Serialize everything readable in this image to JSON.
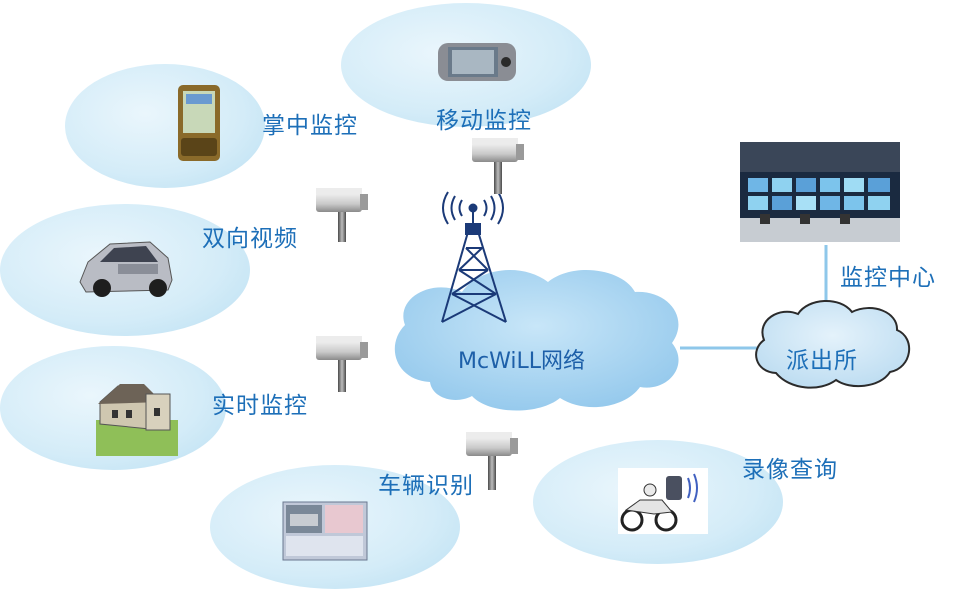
{
  "network": {
    "label": "McWiLL网络"
  },
  "clusters": [
    {
      "id": "palm",
      "label": "掌中监控",
      "device": "pda-phone"
    },
    {
      "id": "mobile",
      "label": "移动监控",
      "device": "smartphone"
    },
    {
      "id": "video",
      "label": "双向视频",
      "device": "car"
    },
    {
      "id": "realtime",
      "label": "实时监控",
      "device": "house"
    },
    {
      "id": "plate",
      "label": "车辆识别",
      "device": "recognition-software"
    },
    {
      "id": "playback",
      "label": "录像查询",
      "device": "police-motorcycle"
    }
  ],
  "police_station": {
    "label": "派出所"
  },
  "monitor_center": {
    "label": "监控中心"
  },
  "colors": {
    "cloud": "#a9d4ef",
    "ellipse": "#d3ebf7",
    "text": "#1d6fb8",
    "link": "#8ec7ea"
  }
}
